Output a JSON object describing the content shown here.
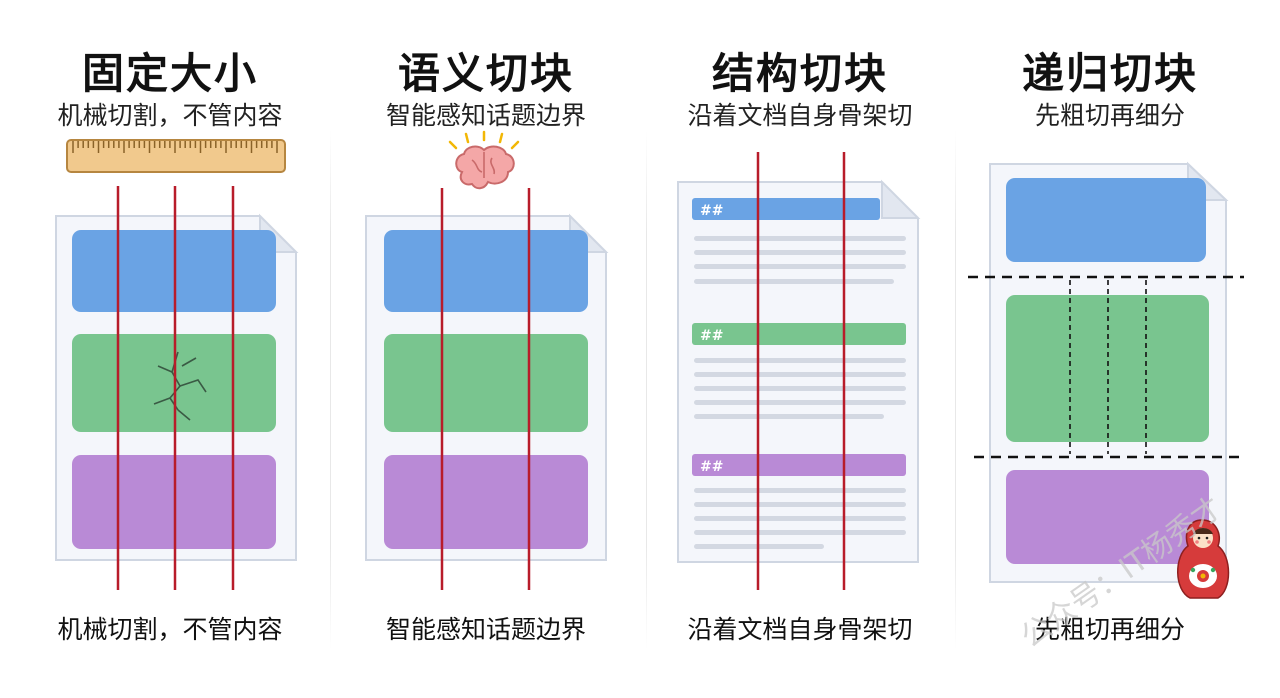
{
  "panels": [
    {
      "title": "固定大小",
      "subtitle": "机械切割，不管内容",
      "caption": "机械切割，不管内容"
    },
    {
      "title": "语义切块",
      "subtitle": "智能感知话题边界",
      "caption": "智能感知话题边界"
    },
    {
      "title": "结构切块",
      "subtitle": "沿着文档自身骨架切",
      "caption": "沿着文档自身骨架切"
    },
    {
      "title": "递归切块",
      "subtitle": "先粗切再细分",
      "caption": "先粗切再细分"
    }
  ],
  "heading_marks": [
    "##",
    "##",
    "##"
  ],
  "watermark": "公众号：IT杨秀才",
  "colors": {
    "blue": "#6aa3e4",
    "green": "#79c58f",
    "purple": "#b98ad6",
    "cut_line": "#b81c2a",
    "page_bg": "#f4f6fb",
    "page_border": "#cfd6e2"
  },
  "icons": [
    "ruler-icon",
    "brain-icon",
    "matryoshka-icon",
    "crack-icon"
  ]
}
